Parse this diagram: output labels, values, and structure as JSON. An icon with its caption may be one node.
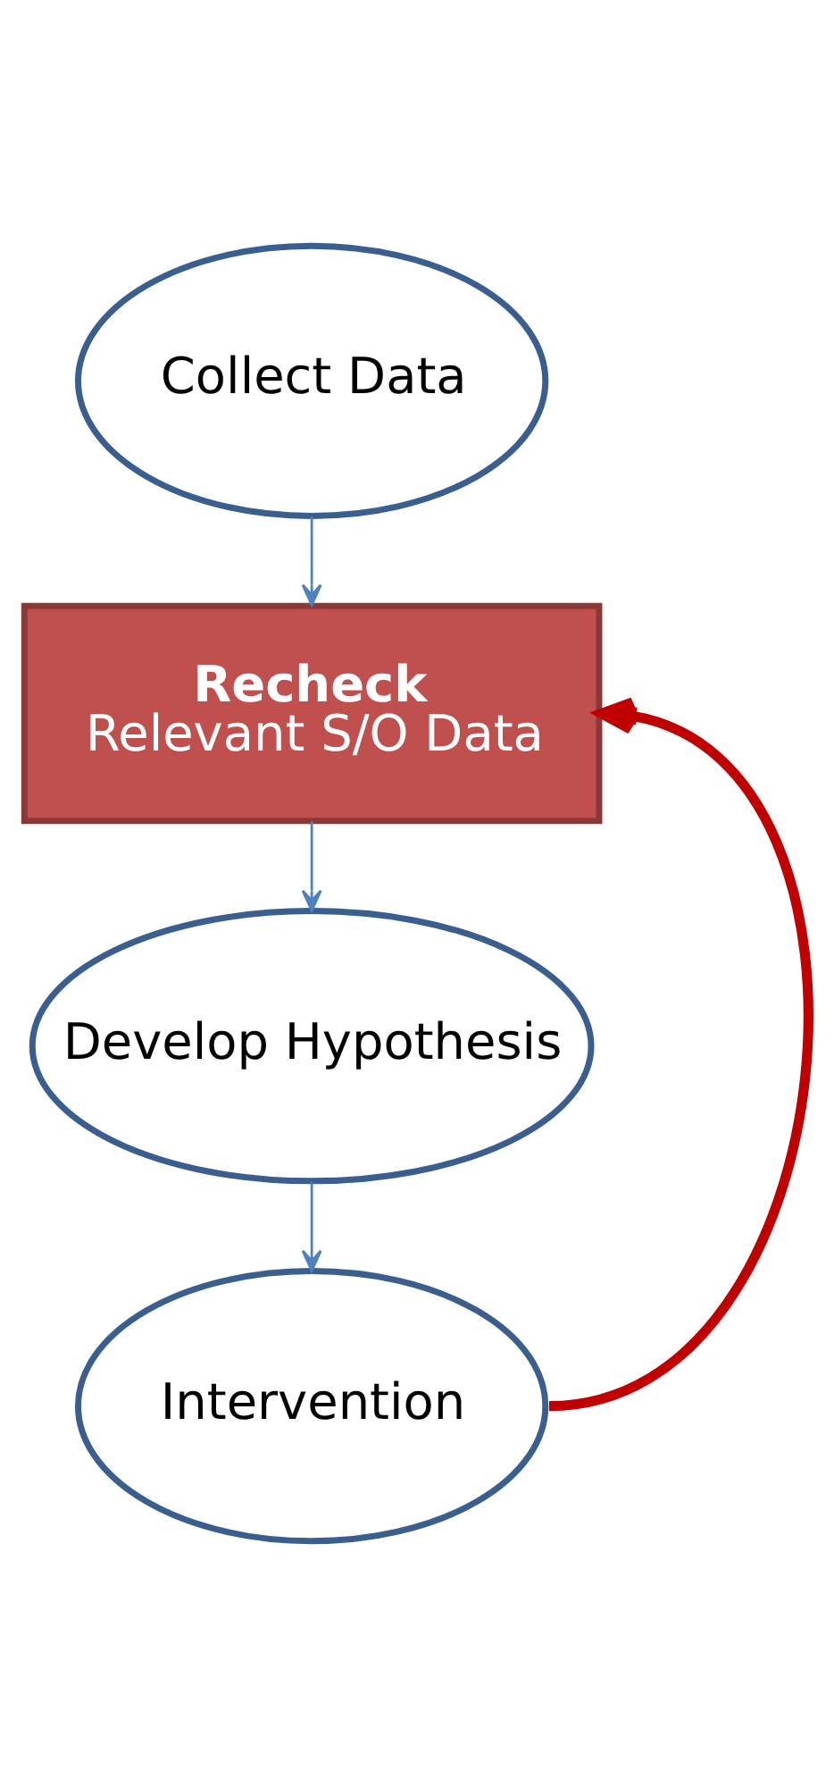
{
  "diagram": {
    "nodes": [
      {
        "text": [
          "Collect Data"
        ]
      },
      {
        "text": [
          "Recheck",
          "Relevant S/O Data"
        ]
      },
      {
        "text": [
          "Develop Hypothesis"
        ]
      },
      {
        "text": [
          "Intervention"
        ]
      }
    ],
    "edges": [
      {
        "from": 0,
        "to": 1,
        "arrow": "to"
      },
      {
        "from": 1,
        "to": 2,
        "arrow": "to"
      },
      {
        "from": 2,
        "to": 3,
        "arrow": "to"
      },
      {
        "from": 3,
        "to": 1,
        "arrow": "to",
        "style": "thick",
        "color": "#c00000"
      }
    ]
  }
}
